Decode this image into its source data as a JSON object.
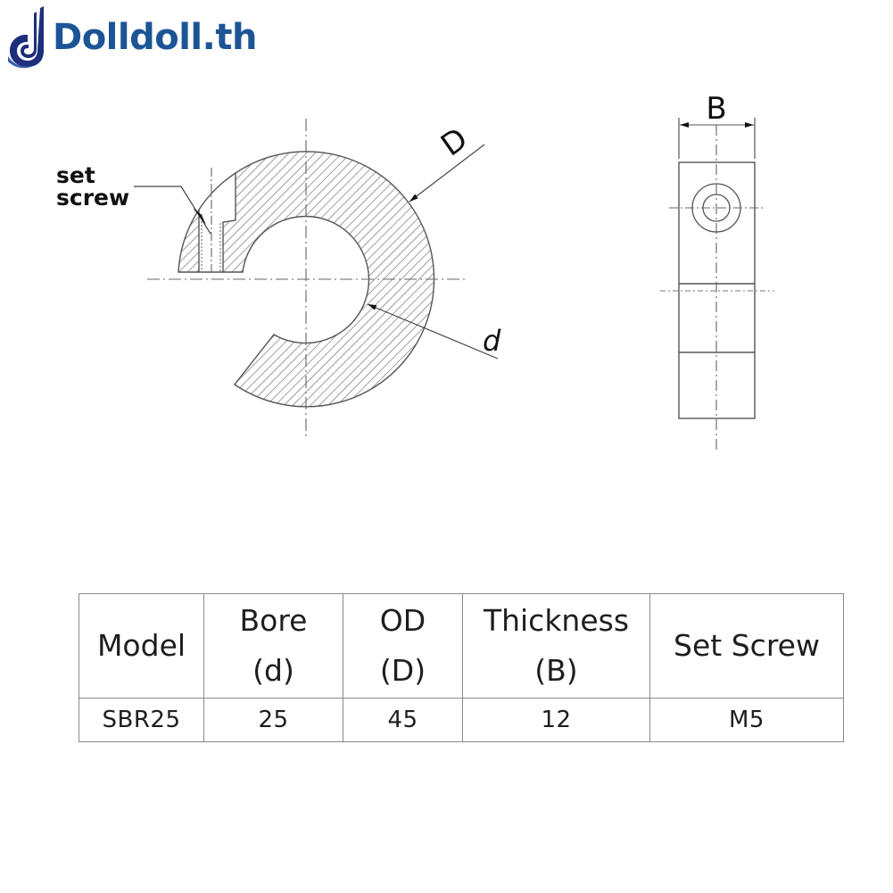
{
  "brand": {
    "name": "Dolldoll.th",
    "icon": "dolldoll-d-logo-icon",
    "text_color": "#1c5596",
    "icon_color": "#1d2f7a"
  },
  "drawing": {
    "front_view": {
      "labels": {
        "set_screw_line1": "set",
        "set_screw_line2": "screw",
        "outer_diameter": "D",
        "bore_diameter": "d"
      }
    },
    "side_view": {
      "labels": {
        "thickness": "B"
      }
    },
    "colors": {
      "line": "#555555",
      "hatch": "#6a6a6a",
      "text": "#111111"
    }
  },
  "table": {
    "headers": [
      {
        "line1": "Model",
        "line2": ""
      },
      {
        "line1": "Bore",
        "line2": "(d)"
      },
      {
        "line1": "OD",
        "line2": "(D)"
      },
      {
        "line1": "Thickness",
        "line2": "(B)"
      },
      {
        "line1": "Set Screw",
        "line2": ""
      }
    ],
    "rows": [
      [
        "SBR25",
        "25",
        "45",
        "12",
        "M5"
      ]
    ]
  }
}
